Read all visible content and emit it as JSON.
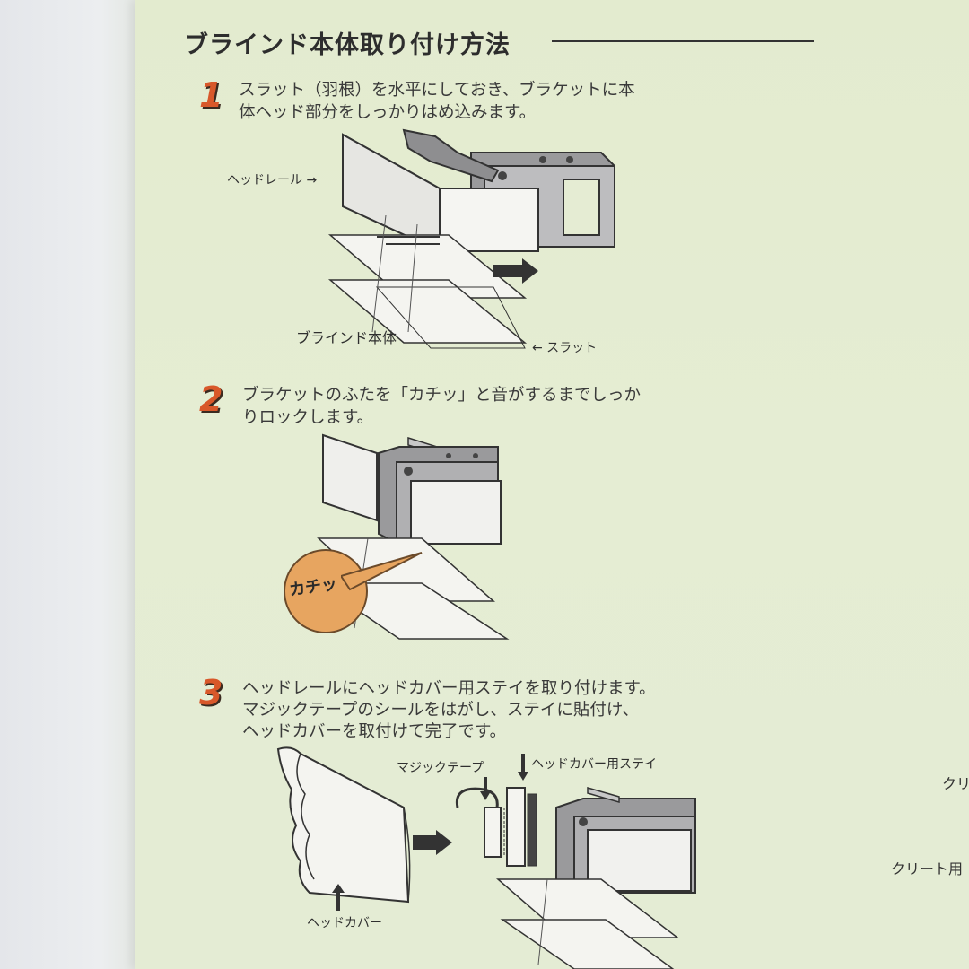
{
  "title": "ブラインド本体取り付け方法",
  "steps": [
    {
      "number": "1",
      "line1": "スラット（羽根）を水平にしておき、ブラケットに本",
      "line2": "体ヘッド部分をしっかりはめ込みます。"
    },
    {
      "number": "2",
      "line1": "ブラケットのふたを「カチッ」と音がするまでしっか",
      "line2": "りロックします。"
    },
    {
      "number": "3",
      "line1": "ヘッドレールにヘッドカバー用ステイを取り付けます。",
      "line2": "マジックテープのシールをはがし、ステイに貼付け、",
      "line3": "ヘッドカバーを取付けて完了です。"
    }
  ],
  "labels": {
    "head_rail": "ヘッドレール →",
    "blind_body": "ブラインド本体",
    "slat": "← スラット",
    "click": "カチッ",
    "velcro": "マジックテープ",
    "stay": "ヘッドカバー用ステイ",
    "head_cover": "ヘッドカバー",
    "cleat_partial_1": "クリ",
    "cleat_partial_2": "クリート用"
  },
  "colors": {
    "step_number": "#d8582a",
    "paper": "#e4ecd2",
    "badge": "#e7a560"
  }
}
